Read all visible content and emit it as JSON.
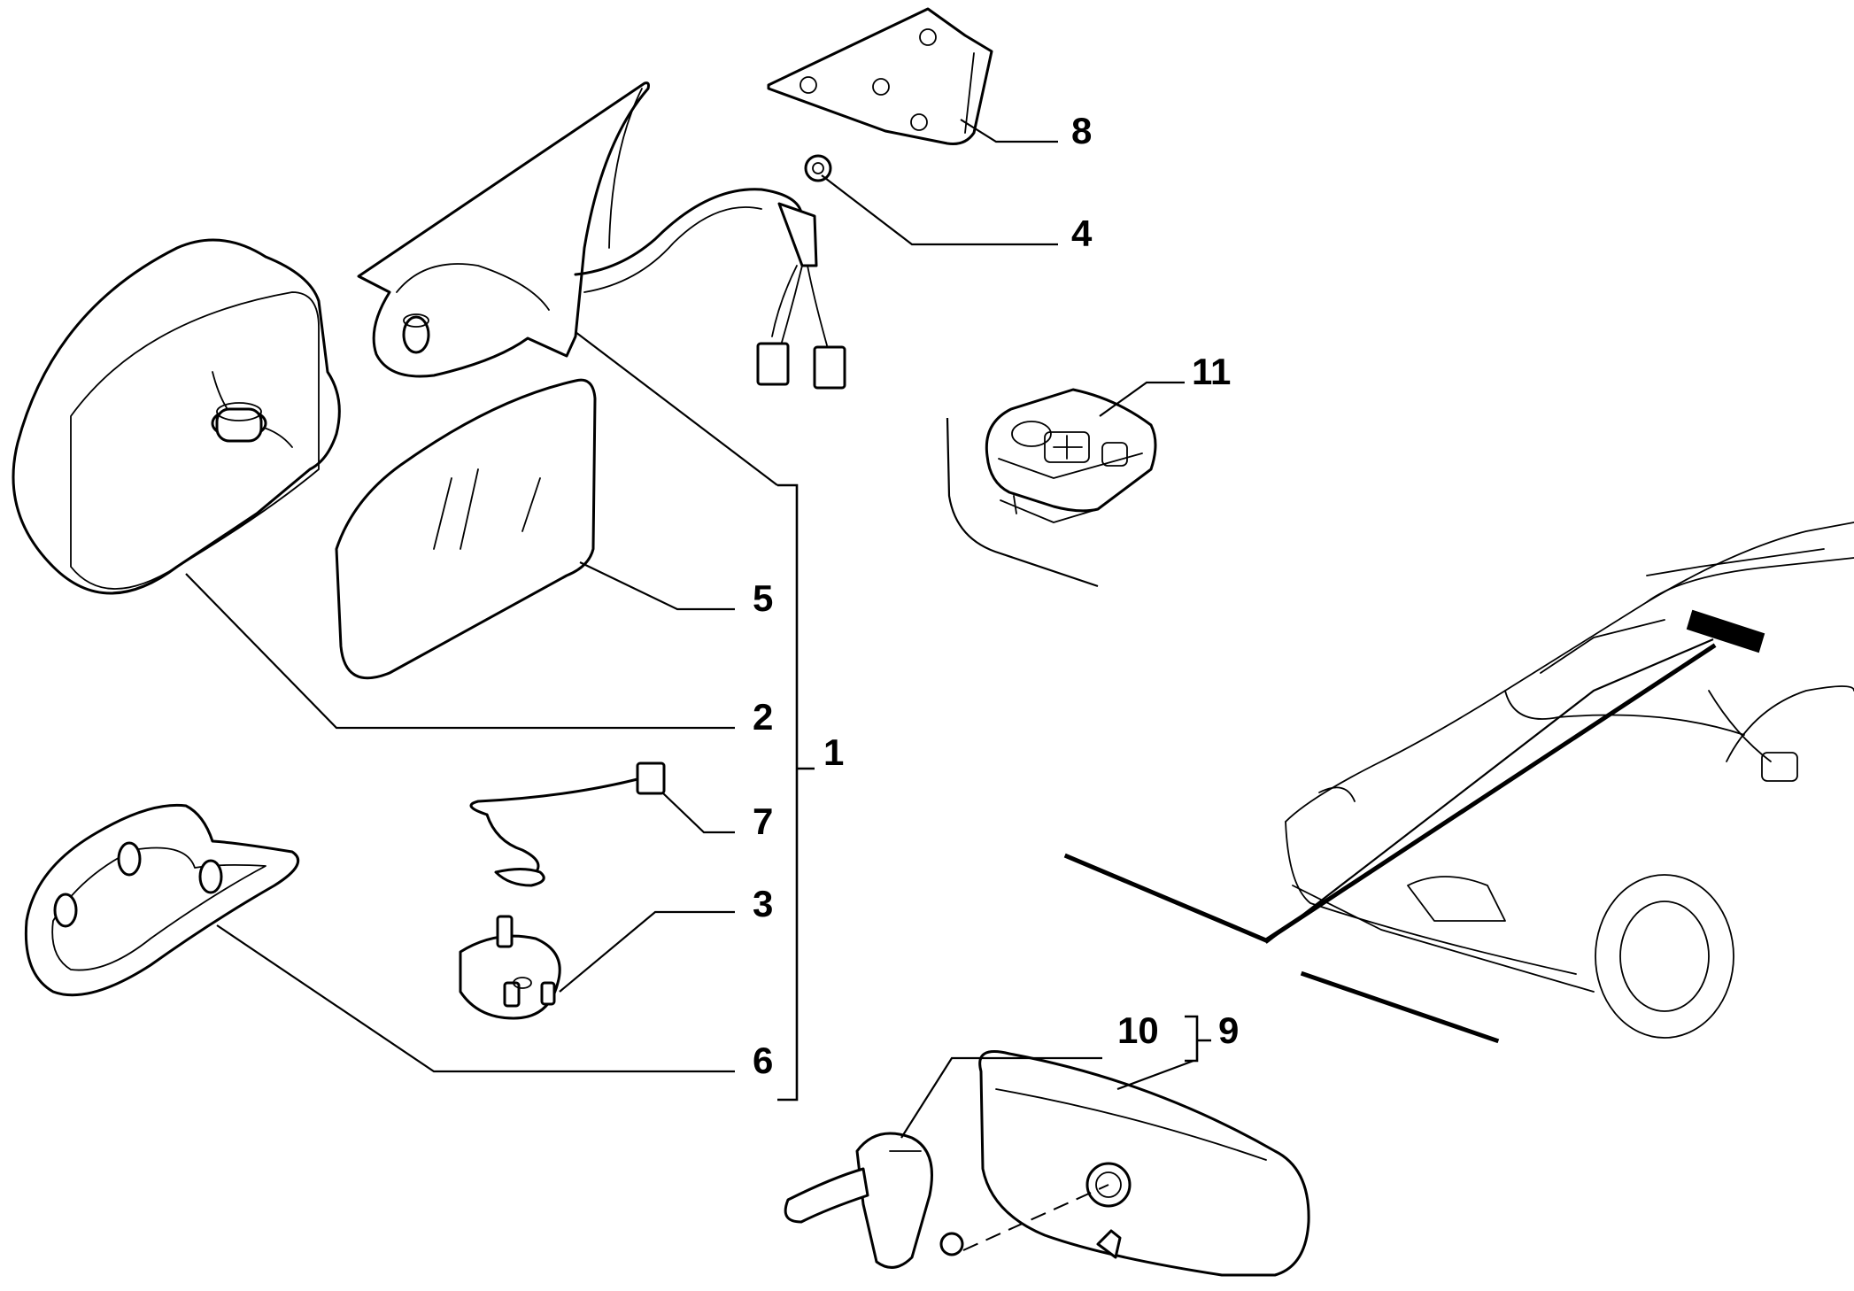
{
  "diagram": {
    "type": "exploded-parts-diagram",
    "callouts": {
      "c1": "1",
      "c2": "2",
      "c3": "3",
      "c4": "4",
      "c5": "5",
      "c6": "6",
      "c7": "7",
      "c8": "8",
      "c9": "9",
      "c10": "10",
      "c11": "11"
    }
  }
}
